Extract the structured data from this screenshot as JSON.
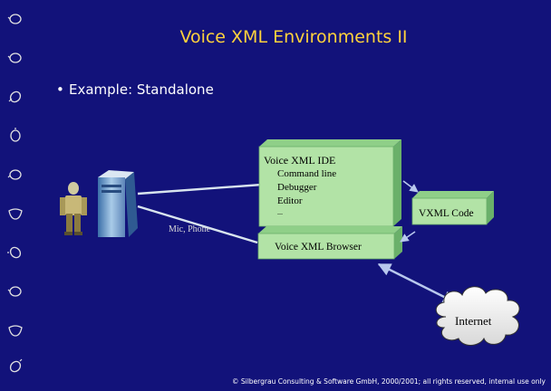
{
  "slide": {
    "title": "Voice XML Environments II",
    "bullet": "Example: Standalone",
    "footer": "© Silbergrau Consulting & Software GmbH, 2000/2001; all rights reserved, internal use only"
  },
  "diagram": {
    "ide": {
      "title": "Voice XML IDE",
      "items": [
        "Command line",
        "Debugger",
        "Editor",
        "..."
      ]
    },
    "browser": {
      "label": "Voice XML Browser"
    },
    "vxml_code": {
      "label": "VXML Code"
    },
    "connection": {
      "label": "Mic, Phone"
    },
    "internet": {
      "label": "Internet"
    }
  },
  "colors": {
    "background": "#12127a",
    "title": "#ffd23c",
    "box_fill": "#b2e3a6"
  }
}
